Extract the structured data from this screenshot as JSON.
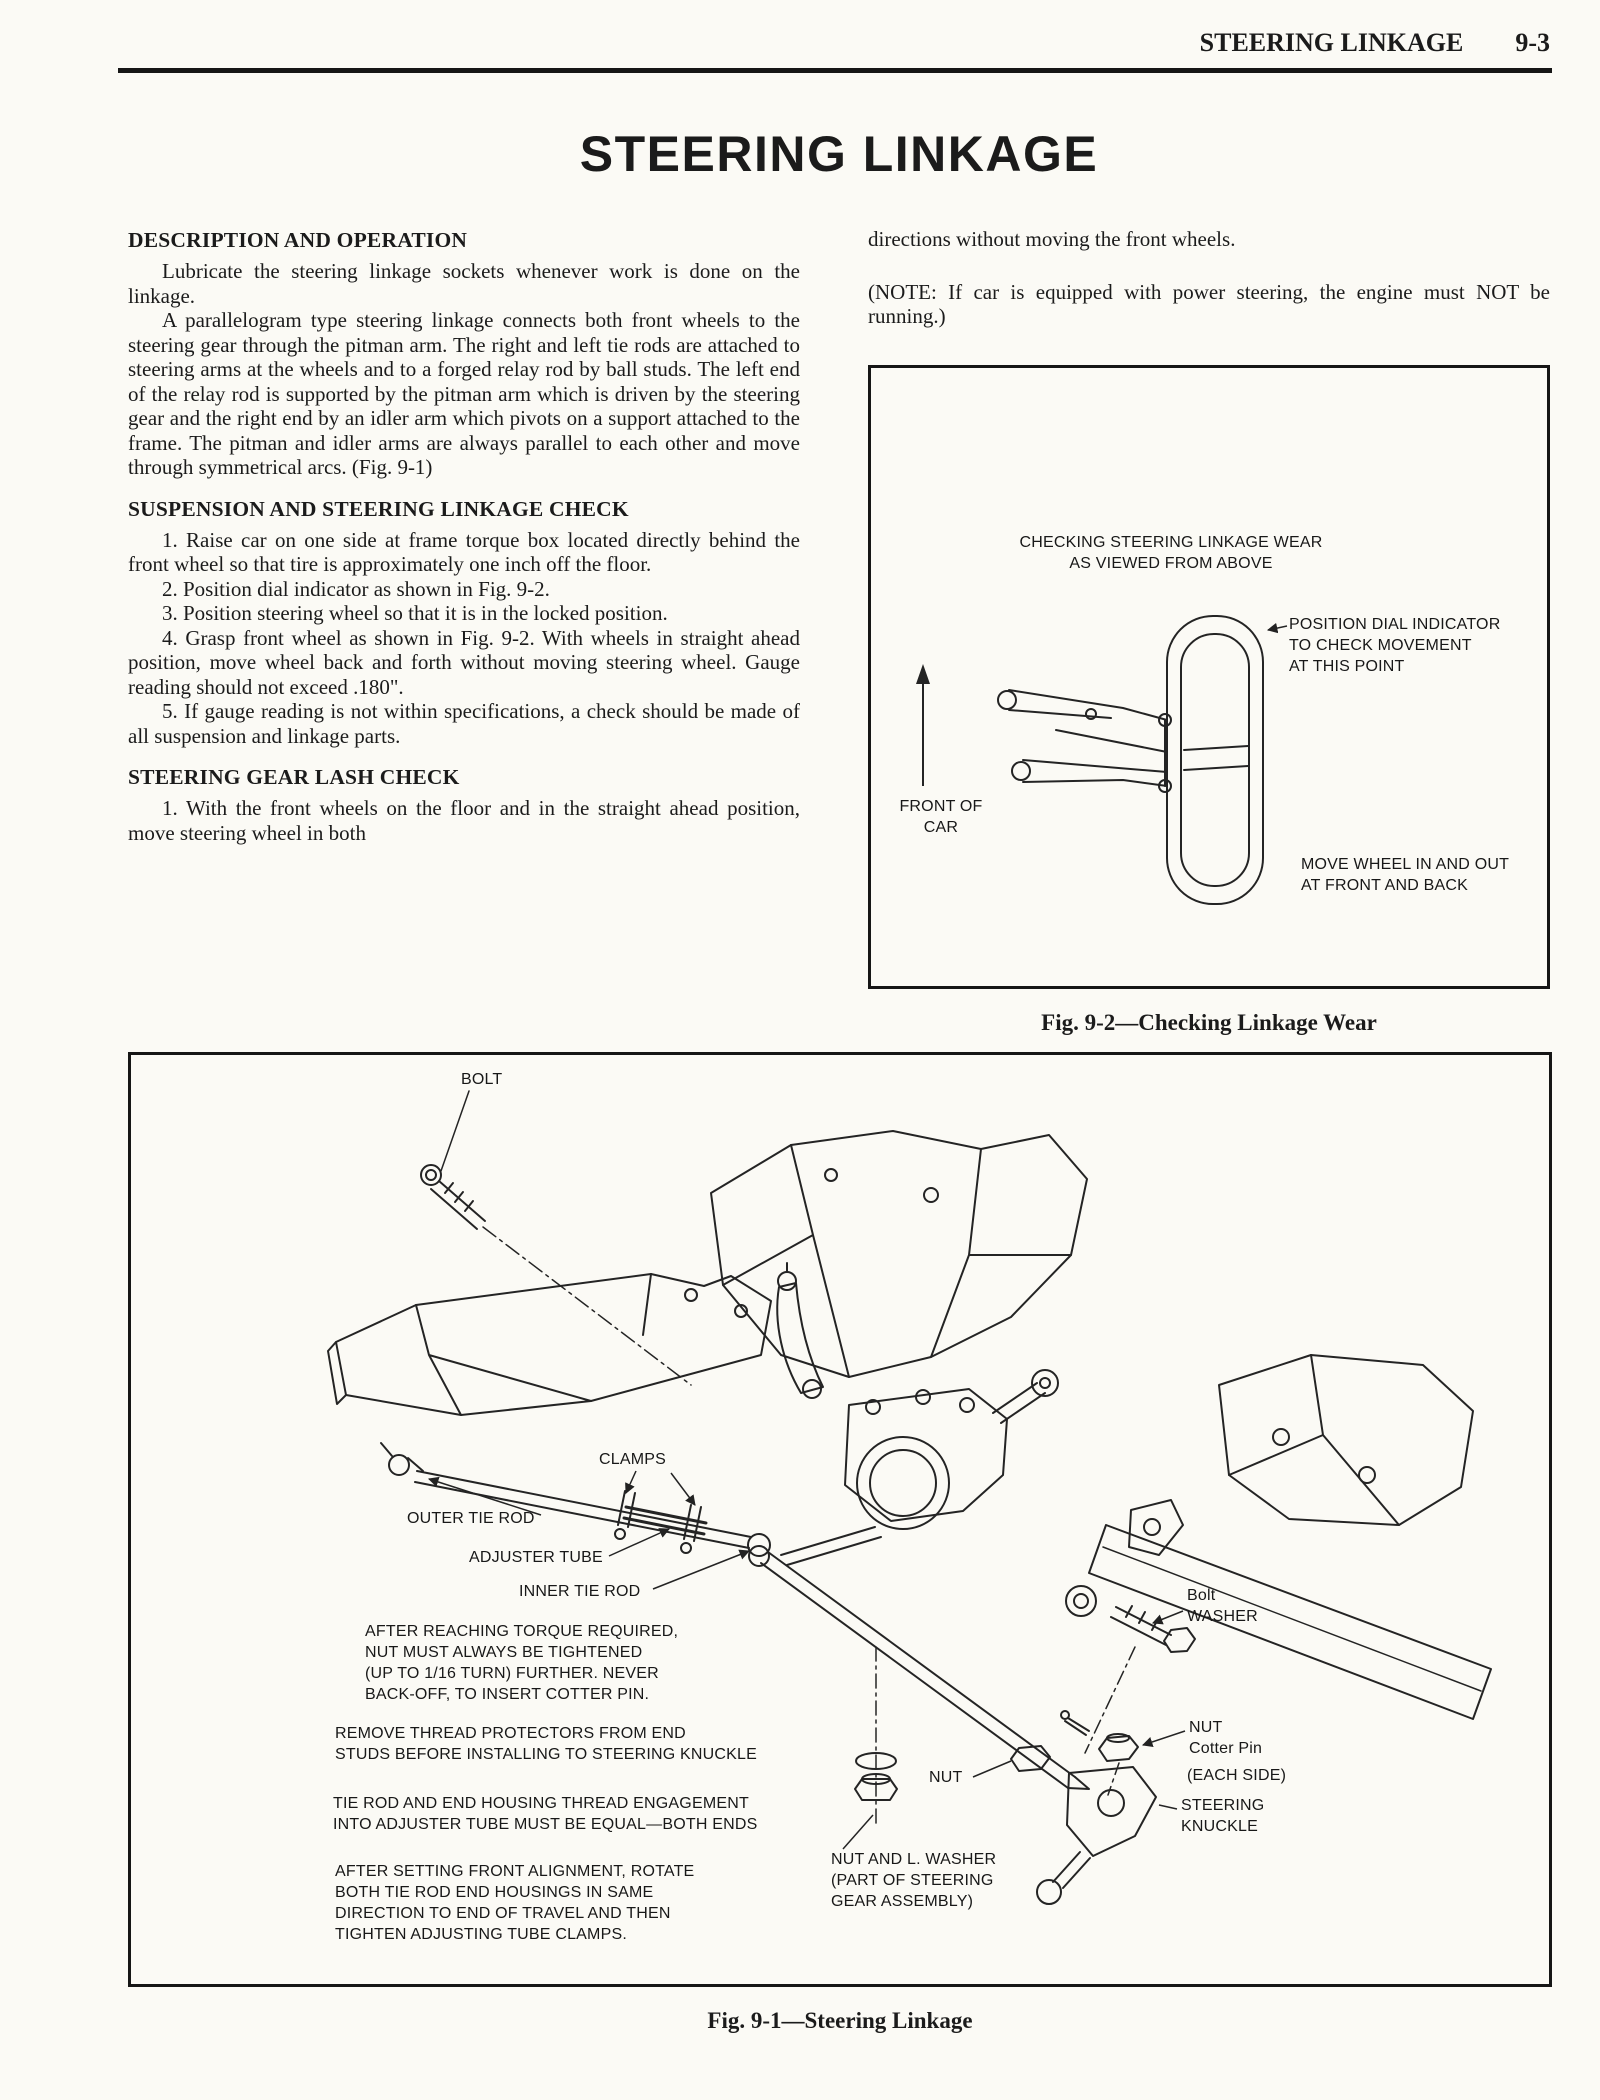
{
  "header": {
    "running_title": "STEERING LINKAGE",
    "page_number": "9-3"
  },
  "title": "STEERING LINKAGE",
  "left_column": {
    "sections": [
      {
        "heading": "DESCRIPTION AND OPERATION",
        "paragraphs": [
          "Lubricate the steering linkage sockets whenever work is done on the linkage.",
          "A parallelogram type steering linkage connects both front wheels to the steering gear through the pitman arm. The right and left tie rods are attached to steering arms at the wheels and to a forged relay rod by ball studs. The left end of the relay rod is supported by the pitman arm which is driven by the steering gear and the right end by an idler arm which pivots on a support attached to the frame. The pitman and idler arms are always parallel to each other and move through symmetrical arcs. (Fig. 9-1)"
        ]
      },
      {
        "heading": "SUSPENSION AND STEERING LINKAGE CHECK",
        "paragraphs": [
          "1. Raise car on one side at frame torque box located directly behind the front wheel so that tire is approximately one inch off the floor.",
          "2. Position dial indicator as shown in Fig. 9-2.",
          "3. Position steering wheel so that it is in the locked position.",
          "4. Grasp front wheel as shown in Fig. 9-2. With wheels in straight ahead position, move wheel back and forth without moving steering wheel. Gauge reading should not exceed .180\".",
          "5. If gauge reading is not within specifications, a check should be made of all suspension and linkage parts."
        ]
      },
      {
        "heading": "STEERING GEAR LASH CHECK",
        "paragraphs": [
          "1. With the front wheels on the floor and in the straight ahead position, move steering wheel in both"
        ]
      }
    ]
  },
  "right_column": {
    "paragraphs": [
      "directions without moving the front wheels.",
      "(NOTE: If car is equipped with power steering, the engine must NOT be running.)"
    ]
  },
  "fig2": {
    "labels": {
      "checking": [
        "CHECKING STEERING LINKAGE WEAR",
        "AS VIEWED FROM ABOVE"
      ],
      "dial": [
        "POSITION DIAL INDICATOR",
        "TO CHECK MOVEMENT",
        "AT THIS POINT"
      ],
      "front": [
        "FRONT OF",
        "CAR"
      ],
      "move": [
        "MOVE WHEEL IN AND OUT",
        "AT FRONT AND BACK"
      ]
    },
    "caption": "Fig. 9-2—Checking Linkage Wear"
  },
  "fig1": {
    "labels": {
      "bolt": "BOLT",
      "clamps": "CLAMPS",
      "outer_tie_rod": "OUTER TIE ROD",
      "adjuster_tube": "ADJUSTER TUBE",
      "inner_tie_rod": "INNER TIE ROD",
      "note_torque": [
        "AFTER REACHING TORQUE REQUIRED,",
        "NUT MUST ALWAYS BE TIGHTENED",
        "(UP TO 1/16 TURN) FURTHER. NEVER",
        "BACK-OFF, TO INSERT COTTER PIN."
      ],
      "note_protectors": [
        "REMOVE THREAD PROTECTORS FROM END",
        "STUDS BEFORE INSTALLING TO STEERING KNUCKLE"
      ],
      "note_engagement": [
        "TIE ROD AND END HOUSING THREAD ENGAGEMENT",
        "INTO ADJUSTER TUBE MUST BE EQUAL—BOTH ENDS"
      ],
      "note_alignment": [
        "AFTER SETTING FRONT ALIGNMENT, ROTATE",
        "BOTH TIE ROD END HOUSINGS IN SAME",
        "DIRECTION TO END OF TRAVEL AND THEN",
        "TIGHTEN ADJUSTING TUBE CLAMPS."
      ],
      "bolt_washer": [
        "Bolt",
        "WASHER"
      ],
      "nut_cotter": [
        "NUT",
        "Cotter Pin"
      ],
      "each_side": "(EACH SIDE)",
      "nut": "NUT",
      "steering_knuckle": [
        "STEERING",
        "KNUCKLE"
      ],
      "nut_washer_assembly": [
        "NUT AND L. WASHER",
        "(PART OF STEERING",
        "GEAR ASSEMBLY)"
      ]
    },
    "caption": "Fig. 9-1—Steering Linkage"
  }
}
